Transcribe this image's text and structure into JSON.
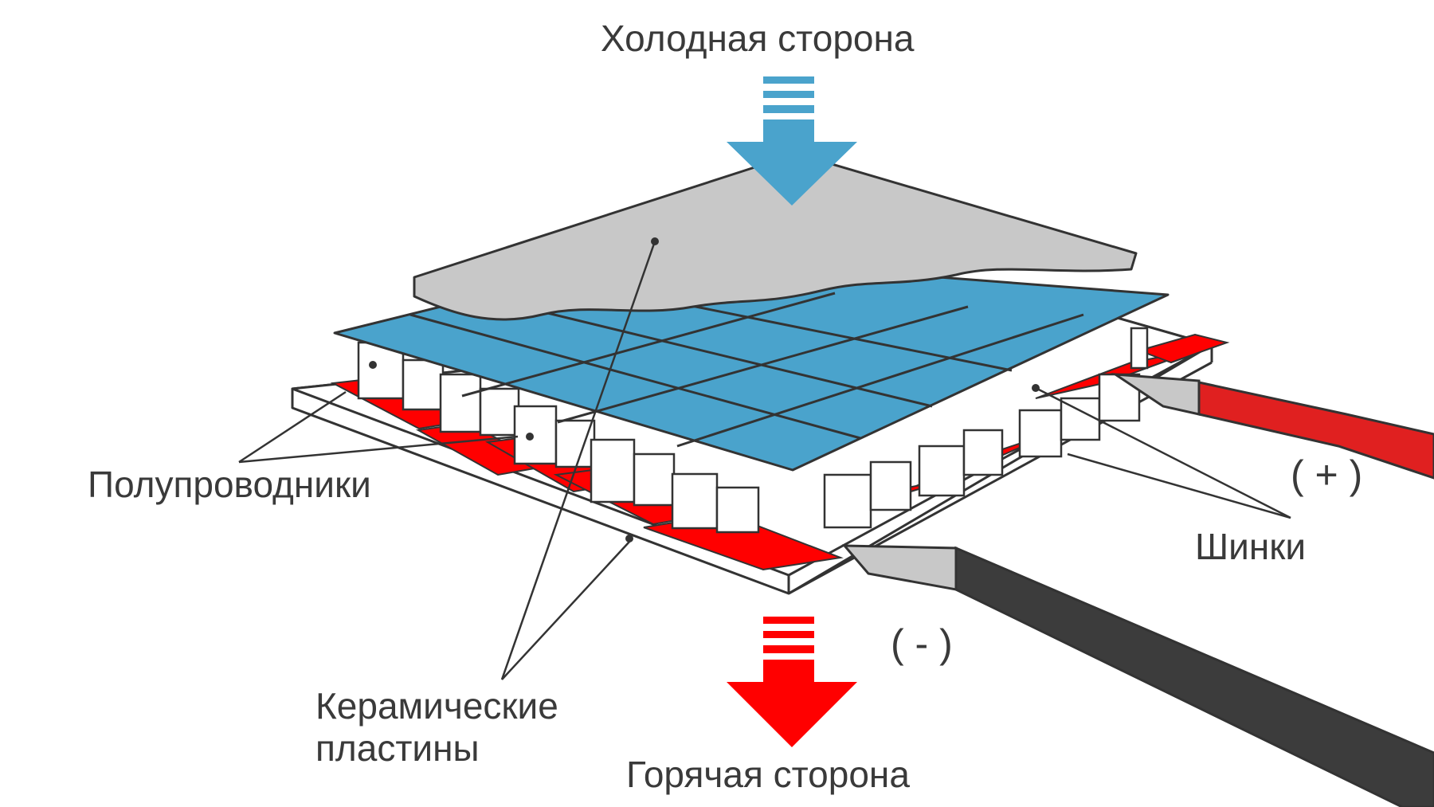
{
  "labels": {
    "cold_side": "Холодная сторона",
    "hot_side": "Горячая сторона",
    "semiconductors": "Полупроводники",
    "ceramic_plates_line1": "Керамические",
    "ceramic_plates_line2": "пластины",
    "busbars": "Шинки",
    "positive_terminal": "( + )",
    "negative_terminal": "( - )"
  },
  "colors": {
    "cold_arrow": "#4aa3cc",
    "hot_arrow": "#ff0000",
    "ceramic_top": "#c8c8c8",
    "conductor_grid": "#4aa3cc",
    "busbar": "#ff0000",
    "pellet": "#ffffff",
    "wire_positive": "#e02020",
    "wire_negative": "#3c3c3c",
    "outline": "#333333",
    "text": "#3a3a3a"
  }
}
